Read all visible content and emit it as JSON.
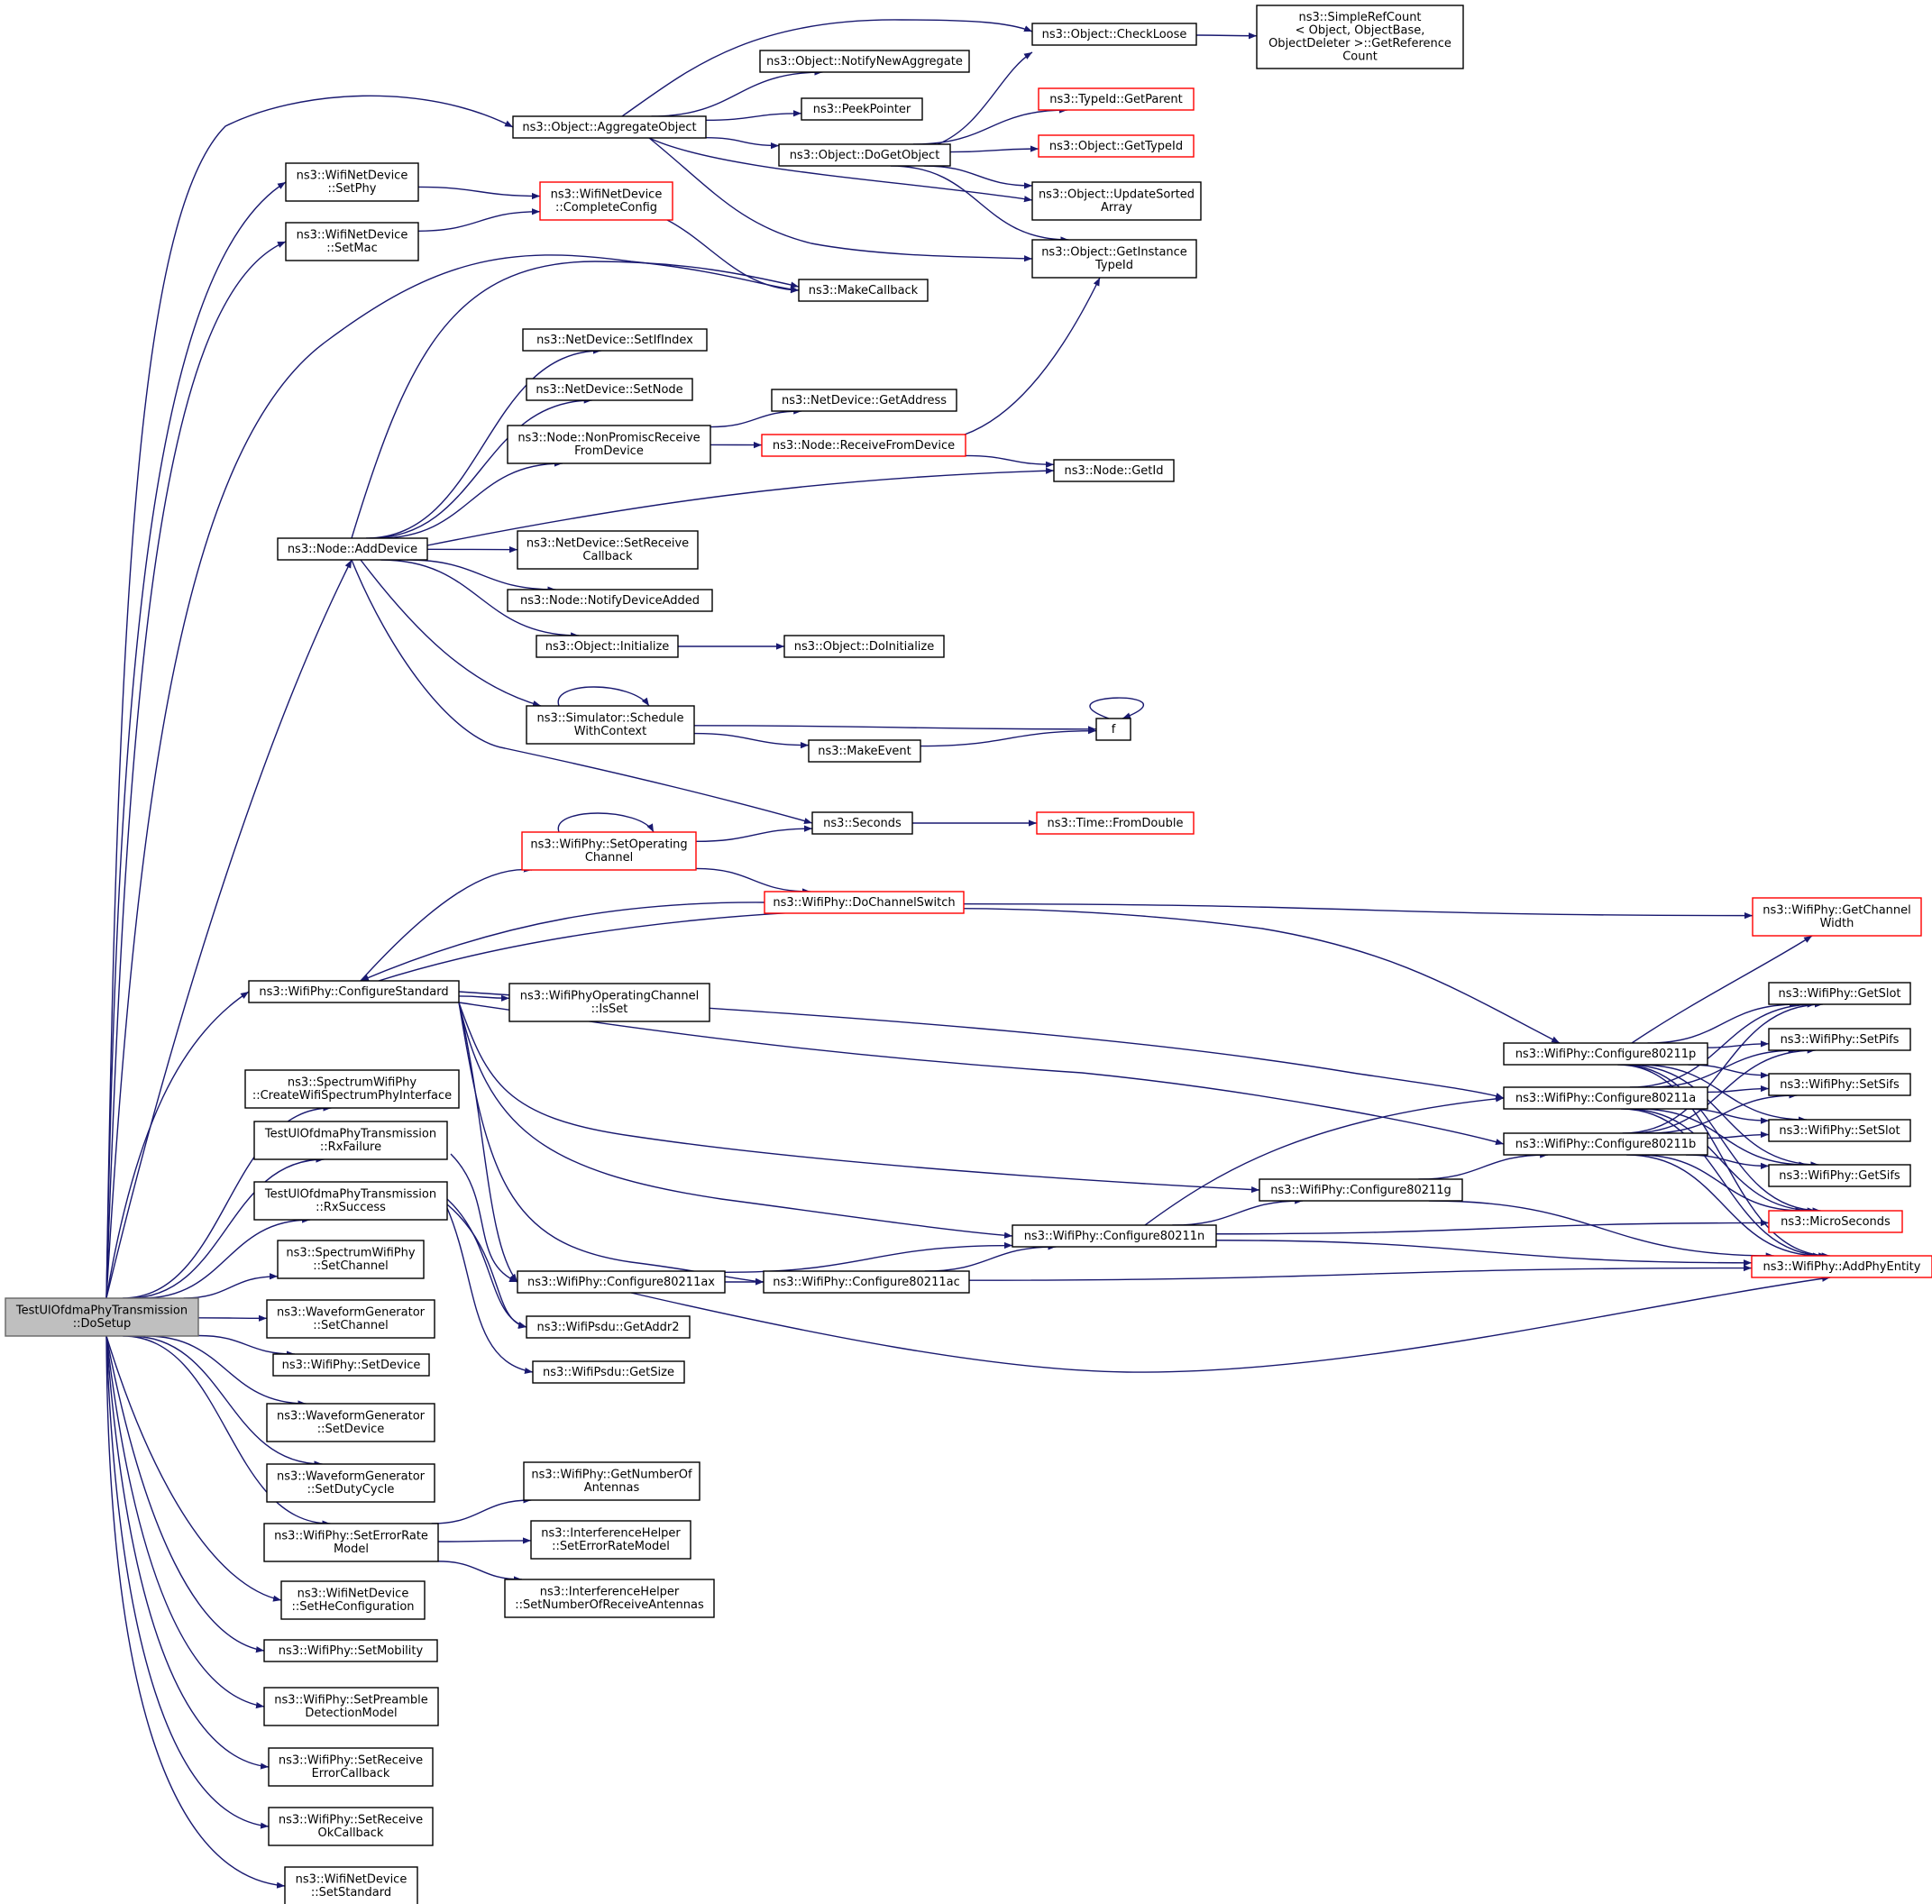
{
  "colors": {
    "edge": "#191970",
    "box_border": "#000000",
    "box_border_red": "#ff0000",
    "root_fill": "#bfbfbf",
    "background": "#ffffff"
  },
  "nodes": [
    {
      "id": "root",
      "lines": [
        "TestUlOfdmaPhyTransmission",
        "::DoSetup"
      ],
      "style": "root"
    },
    {
      "id": "aggregate",
      "lines": [
        "ns3::Object::AggregateObject"
      ],
      "style": "black"
    },
    {
      "id": "checkloose",
      "lines": [
        "ns3::Object::CheckLoose"
      ],
      "style": "black"
    },
    {
      "id": "simplerefcount",
      "lines": [
        "ns3::SimpleRefCount",
        "< Object, ObjectBase,",
        " ObjectDeleter >::GetReference",
        "Count"
      ],
      "style": "black"
    },
    {
      "id": "notifynewagg",
      "lines": [
        "ns3::Object::NotifyNewAggregate"
      ],
      "style": "black"
    },
    {
      "id": "peekpointer",
      "lines": [
        "ns3::PeekPointer"
      ],
      "style": "black"
    },
    {
      "id": "typeidgetparent",
      "lines": [
        "ns3::TypeId::GetParent"
      ],
      "style": "red"
    },
    {
      "id": "dogetobject",
      "lines": [
        "ns3::Object::DoGetObject"
      ],
      "style": "black"
    },
    {
      "id": "gettypeid",
      "lines": [
        "ns3::Object::GetTypeId"
      ],
      "style": "red"
    },
    {
      "id": "updatesorted",
      "lines": [
        "ns3::Object::UpdateSorted",
        "Array"
      ],
      "style": "black"
    },
    {
      "id": "getinstancetypeid",
      "lines": [
        "ns3::Object::GetInstance",
        "TypeId"
      ],
      "style": "black"
    },
    {
      "id": "wndsetphy",
      "lines": [
        "ns3::WifiNetDevice",
        "::SetPhy"
      ],
      "style": "black"
    },
    {
      "id": "wndsetmac",
      "lines": [
        "ns3::WifiNetDevice",
        "::SetMac"
      ],
      "style": "black"
    },
    {
      "id": "completeconfig",
      "lines": [
        "ns3::WifiNetDevice",
        "::CompleteConfig"
      ],
      "style": "red"
    },
    {
      "id": "makecallback",
      "lines": [
        "ns3::MakeCallback"
      ],
      "style": "black"
    },
    {
      "id": "setifindex",
      "lines": [
        "ns3::NetDevice::SetIfIndex"
      ],
      "style": "black"
    },
    {
      "id": "setnode",
      "lines": [
        "ns3::NetDevice::SetNode"
      ],
      "style": "black"
    },
    {
      "id": "getaddress",
      "lines": [
        "ns3::NetDevice::GetAddress"
      ],
      "style": "black"
    },
    {
      "id": "nonpromisc",
      "lines": [
        "ns3::Node::NonPromiscReceive",
        "FromDevice"
      ],
      "style": "black"
    },
    {
      "id": "receivefromdevice",
      "lines": [
        "ns3::Node::ReceiveFromDevice"
      ],
      "style": "red"
    },
    {
      "id": "nodegetid",
      "lines": [
        "ns3::Node::GetId"
      ],
      "style": "black"
    },
    {
      "id": "adddevice",
      "lines": [
        "ns3::Node::AddDevice"
      ],
      "style": "black"
    },
    {
      "id": "setreceivecallback",
      "lines": [
        "ns3::NetDevice::SetReceive",
        "Callback"
      ],
      "style": "black"
    },
    {
      "id": "notifydeviceadded",
      "lines": [
        "ns3::Node::NotifyDeviceAdded"
      ],
      "style": "black"
    },
    {
      "id": "objinitialize",
      "lines": [
        "ns3::Object::Initialize"
      ],
      "style": "black"
    },
    {
      "id": "objdoinitialize",
      "lines": [
        "ns3::Object::DoInitialize"
      ],
      "style": "black"
    },
    {
      "id": "schedulewithcontext",
      "lines": [
        "ns3::Simulator::Schedule",
        "WithContext"
      ],
      "style": "black"
    },
    {
      "id": "f",
      "lines": [
        "f"
      ],
      "style": "black"
    },
    {
      "id": "makeevent",
      "lines": [
        "ns3::MakeEvent"
      ],
      "style": "black"
    },
    {
      "id": "seconds",
      "lines": [
        "ns3::Seconds"
      ],
      "style": "black"
    },
    {
      "id": "timefromdouble",
      "lines": [
        "ns3::Time::FromDouble"
      ],
      "style": "red"
    },
    {
      "id": "setoperatingchannel",
      "lines": [
        "ns3::WifiPhy::SetOperating",
        "Channel"
      ],
      "style": "red"
    },
    {
      "id": "dochannelswitch",
      "lines": [
        "ns3::WifiPhy::DoChannelSwitch"
      ],
      "style": "red"
    },
    {
      "id": "getchannelwidth",
      "lines": [
        "ns3::WifiPhy::GetChannel",
        "Width"
      ],
      "style": "red"
    },
    {
      "id": "configurestandard",
      "lines": [
        "ns3::WifiPhy::ConfigureStandard"
      ],
      "style": "black"
    },
    {
      "id": "opchannelisset",
      "lines": [
        "ns3::WifiPhyOperatingChannel",
        "::IsSet"
      ],
      "style": "black"
    },
    {
      "id": "c80211p",
      "lines": [
        "ns3::WifiPhy::Configure80211p"
      ],
      "style": "black"
    },
    {
      "id": "getslot",
      "lines": [
        "ns3::WifiPhy::GetSlot"
      ],
      "style": "black"
    },
    {
      "id": "setpifs",
      "lines": [
        "ns3::WifiPhy::SetPifs"
      ],
      "style": "black"
    },
    {
      "id": "setsifs",
      "lines": [
        "ns3::WifiPhy::SetSifs"
      ],
      "style": "black"
    },
    {
      "id": "setslot",
      "lines": [
        "ns3::WifiPhy::SetSlot"
      ],
      "style": "black"
    },
    {
      "id": "getsifs",
      "lines": [
        "ns3::WifiPhy::GetSifs"
      ],
      "style": "black"
    },
    {
      "id": "microseconds",
      "lines": [
        "ns3::MicroSeconds"
      ],
      "style": "red"
    },
    {
      "id": "addphyentity",
      "lines": [
        "ns3::WifiPhy::AddPhyEntity"
      ],
      "style": "red"
    },
    {
      "id": "c80211a",
      "lines": [
        "ns3::WifiPhy::Configure80211a"
      ],
      "style": "black"
    },
    {
      "id": "c80211b",
      "lines": [
        "ns3::WifiPhy::Configure80211b"
      ],
      "style": "black"
    },
    {
      "id": "c80211g",
      "lines": [
        "ns3::WifiPhy::Configure80211g"
      ],
      "style": "black"
    },
    {
      "id": "c80211n",
      "lines": [
        "ns3::WifiPhy::Configure80211n"
      ],
      "style": "black"
    },
    {
      "id": "c80211ax",
      "lines": [
        "ns3::WifiPhy::Configure80211ax"
      ],
      "style": "black"
    },
    {
      "id": "c80211ac",
      "lines": [
        "ns3::WifiPhy::Configure80211ac"
      ],
      "style": "black"
    },
    {
      "id": "createspectrum",
      "lines": [
        "ns3::SpectrumWifiPhy",
        "::CreateWifiSpectrumPhyInterface"
      ],
      "style": "black"
    },
    {
      "id": "rxfailure",
      "lines": [
        "TestUlOfdmaPhyTransmission",
        "::RxFailure"
      ],
      "style": "black"
    },
    {
      "id": "rxsuccess",
      "lines": [
        "TestUlOfdmaPhyTransmission",
        "::RxSuccess"
      ],
      "style": "black"
    },
    {
      "id": "getaddr2",
      "lines": [
        "ns3::WifiPsdu::GetAddr2"
      ],
      "style": "black"
    },
    {
      "id": "getsize",
      "lines": [
        "ns3::WifiPsdu::GetSize"
      ],
      "style": "black"
    },
    {
      "id": "spsetchannel",
      "lines": [
        "ns3::SpectrumWifiPhy",
        "::SetChannel"
      ],
      "style": "black"
    },
    {
      "id": "wgsetchannel",
      "lines": [
        "ns3::WaveformGenerator",
        "::SetChannel"
      ],
      "style": "black"
    },
    {
      "id": "setdevice",
      "lines": [
        "ns3::WifiPhy::SetDevice"
      ],
      "style": "black"
    },
    {
      "id": "wgsetdevice",
      "lines": [
        "ns3::WaveformGenerator",
        "::SetDevice"
      ],
      "style": "black"
    },
    {
      "id": "wgsetdutycycle",
      "lines": [
        "ns3::WaveformGenerator",
        "::SetDutyCycle"
      ],
      "style": "black"
    },
    {
      "id": "seterrorratemodel",
      "lines": [
        "ns3::WifiPhy::SetErrorRate",
        "Model"
      ],
      "style": "black"
    },
    {
      "id": "getnumberofantennas",
      "lines": [
        "ns3::WifiPhy::GetNumberOf",
        "Antennas"
      ],
      "style": "black"
    },
    {
      "id": "ihseterrorratemodel",
      "lines": [
        "ns3::InterferenceHelper",
        "::SetErrorRateModel"
      ],
      "style": "black"
    },
    {
      "id": "ihsetnumberofrx",
      "lines": [
        "ns3::InterferenceHelper",
        "::SetNumberOfReceiveAntennas"
      ],
      "style": "black"
    },
    {
      "id": "setheconfiguration",
      "lines": [
        "ns3::WifiNetDevice",
        "::SetHeConfiguration"
      ],
      "style": "black"
    },
    {
      "id": "setmobility",
      "lines": [
        "ns3::WifiPhy::SetMobility"
      ],
      "style": "black"
    },
    {
      "id": "setpreamble",
      "lines": [
        "ns3::WifiPhy::SetPreamble",
        "DetectionModel"
      ],
      "style": "black"
    },
    {
      "id": "setreceiveerror",
      "lines": [
        "ns3::WifiPhy::SetReceive",
        "ErrorCallback"
      ],
      "style": "black"
    },
    {
      "id": "setreceiveok",
      "lines": [
        "ns3::WifiPhy::SetReceive",
        "OkCallback"
      ],
      "style": "black"
    },
    {
      "id": "wndsetstandard",
      "lines": [
        "ns3::WifiNetDevice",
        "::SetStandard"
      ],
      "style": "black"
    }
  ]
}
